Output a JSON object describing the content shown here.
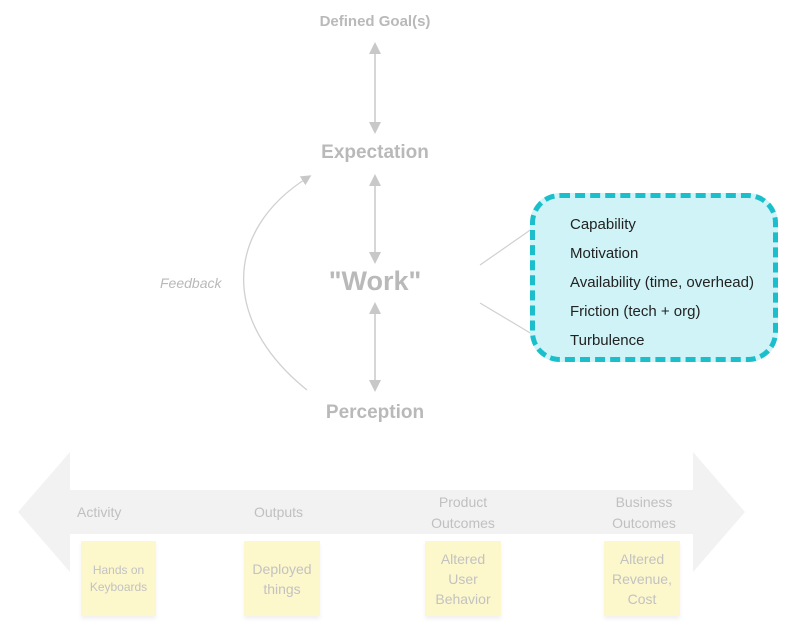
{
  "diagram": {
    "goal": "Defined Goal(s)",
    "expectation": "Expectation",
    "work": "\"Work\"",
    "perception": "Perception",
    "feedback": "Feedback"
  },
  "factors": [
    "Capability",
    "Motivation",
    "Availability (time, overhead)",
    "Friction (tech + org)",
    "Turbulence"
  ],
  "stages": [
    {
      "label": "Activity",
      "note": "Hands on\nKeyboards"
    },
    {
      "label": "Outputs",
      "note": "Deployed\nthings"
    },
    {
      "label": "Product\nOutcomes",
      "note": "Altered\nUser\nBehavior"
    },
    {
      "label": "Business\nOutcomes",
      "note": "Altered\nRevenue,\nCost"
    }
  ],
  "colors": {
    "text_gray": "#b9b9b9",
    "arrow_gray": "#c8c8c8",
    "box_fill": "#cff3f6",
    "box_border": "#1bbfcb",
    "sticky": "#fdf7cc",
    "band": "#f2f2f2"
  }
}
